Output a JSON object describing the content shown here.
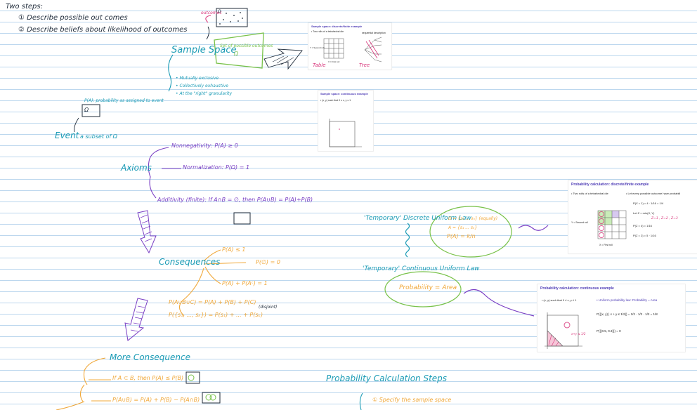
{
  "intro": {
    "heading": "Two steps:",
    "step1": "① Describe possible out comes",
    "step2": "② Describe beliefs about likelihood of outcomes"
  },
  "sample_space": {
    "title": "Sample Space",
    "omega_box_label": "outcomes",
    "omega_symbol": "Ω",
    "set_label": "Set of possible outcomes",
    "set_symbol": "Ω",
    "properties": [
      "• Mutually exclusive",
      "• Collectively exhaustive",
      "• At the \"right\" granularity"
    ]
  },
  "slide_discrete": {
    "title": "Sample space: discrete/finite example",
    "bullet": "• Two rolls of a tetrahedral die",
    "seq_label": "sequential description",
    "y_axis": "Y = Second roll",
    "x_axis": "X = First roll",
    "table_label": "Table",
    "tree_label": "Tree"
  },
  "slide_continuous": {
    "title": "Sample space: continuous example",
    "bullet": "• (x, y) such that 0 ≤ x, y ≤ 1"
  },
  "event": {
    "title": "Event",
    "subtitle": "a subset of Ω",
    "prob_note": "P(A): probability as assigned to event",
    "box_symbol": "Ω"
  },
  "axioms": {
    "title": "Axioms",
    "nonnegativity": "Nonnegativity: P(A) ≥ 0",
    "normalization": "Normalization: P(Ω) = 1",
    "additivity": "Additivity (finite): If A∩B = ∅, then P(A∪B) = P(A)+P(B)"
  },
  "consequences": {
    "title": "Consequences",
    "c1": "P(A) ≤ 1",
    "c2": "P(∅) = 0",
    "c3": "P(A) + P(Aᶜ) = 1",
    "c4": "P(A∪B∪C) = P(A) + P(B) + P(C)",
    "c5": "P({s₁, ..., sₖ}) = P(s₁) + ... + P(sₖ)",
    "disjoint": "(disjoint)"
  },
  "more_consequence": {
    "title": "More Consequence",
    "m1": "If A ⊂ B, then P(A) ≤ P(B)",
    "m2": "P(A∪B) = P(A) + P(B) − P(A∩B)"
  },
  "uniform": {
    "discrete_title": "'Temporary' Discrete Uniform Law",
    "d_line1": "Ω = {s₁ ... sₙ} (equally)",
    "d_line2": "A = {s₁ ... sₖ}",
    "d_line3": "P(A) = k/n",
    "continuous_title": "'Temporary' Continuous Uniform Law",
    "c_line": "Probability = Area"
  },
  "calc_discrete": {
    "title": "Probability calculation: discrete/finite example",
    "b1": "• Two rolls of a tetrahedral die",
    "b2": "• Let every possible outcome have probabili",
    "p1": "P(X = 1) = 4 · 1/16 = 1/4",
    "let": "Let Z = min(X, Y)",
    "p2": "P(Z = 4) = 1/16",
    "p3": "P(Z = 2) = 5 · 1/16",
    "y_axis": "Y = Second roll",
    "x_axis": "X = First roll",
    "z_notes": "Z=1 , Z=2 , Z=3"
  },
  "calc_continuous": {
    "title": "Probability calculation: continuous example",
    "b1": "• (x, y) such that 0 ≤ x, y ≤ 1",
    "uniform": "• Uniform probability law: Probability = Area",
    "formula": "P({(x, y) | x + y ≤ 1/2}) = 1/2 · 1/2 · 1/2 = 1/8",
    "formula2": "P({(0.5, 0.3)}) = 0",
    "region": "x+y ≤ 1/2"
  },
  "steps": {
    "title": "Probability Calculation Steps",
    "s1": "① Specify the sample space"
  },
  "colors": {
    "ink_dark": "#1f2b3a",
    "purple": "#7a3fc4",
    "teal": "#1a9bb5",
    "green": "#79c24a",
    "orange": "#f0a83a",
    "magenta": "#d8347a"
  }
}
